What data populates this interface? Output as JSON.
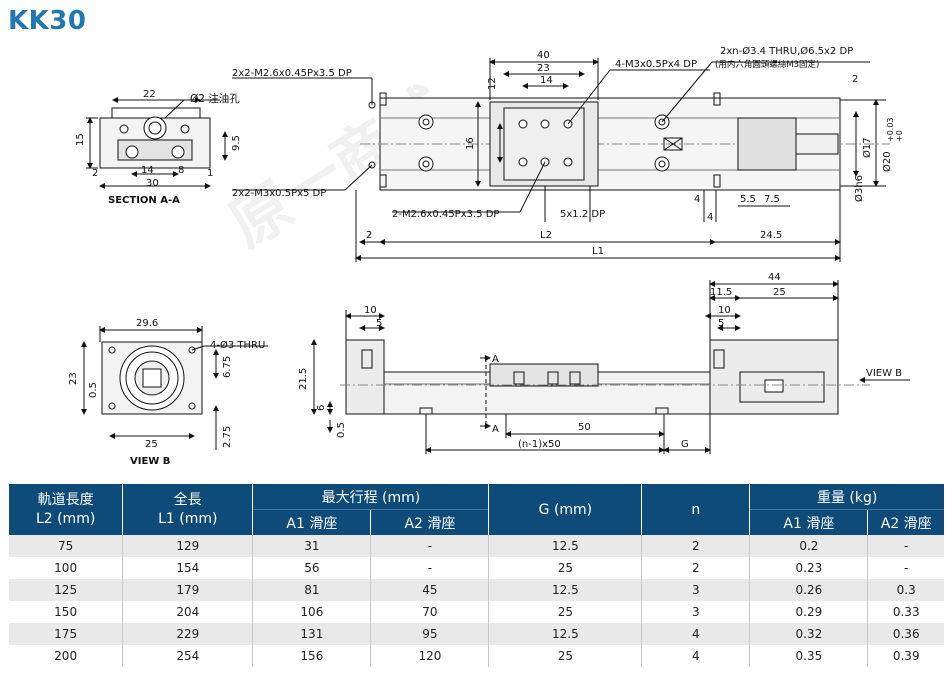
{
  "title": "KK30",
  "top_drawing": {
    "section_a": {
      "caption": "SECTION A-A",
      "dims": {
        "w22": "22",
        "h15": "15",
        "oil_hole": "Ø2 注油孔",
        "h9_5": "9.5",
        "d14": "14",
        "d8": "8",
        "w30": "30",
        "d2": "2",
        "d1": "1"
      }
    },
    "top_view": {
      "callout_a": "2x2-M2.6x0.45Px3.5 DP",
      "callout_b": "2x2-M3x0.5Px5 DP",
      "callout_c": "4-M3x0.5Px4 DP",
      "callout_d": "2xn-Ø3.4 THRU,Ø6.5x2 DP",
      "callout_d2": "(用内六角圓頭螺絲M3固定)",
      "callout_e": "2-M2.6x0.45Px3.5 DP",
      "callout_f": "5x1.2 DP",
      "dims": {
        "d40": "40",
        "d23": "23",
        "d14": "14",
        "d12": "12",
        "d16": "16",
        "d2r": "2",
        "d17": "Ø17",
        "d20": "Ø20",
        "tol": "+0.03",
        "tol0": "+0",
        "d3h6": "Ø3h6",
        "d4a": "4",
        "d4b": "4",
        "d5_5": "5.5",
        "d7_5": "7.5",
        "d2l": "2",
        "L2": "L2",
        "d24_5": "24.5",
        "L1": "L1"
      }
    }
  },
  "bottom_drawing": {
    "view_b": {
      "caption": "VIEW B",
      "callout": "4-Ø3 THRU",
      "dims": {
        "w29_6": "29.6",
        "h23": "23",
        "d0_5": "0.5",
        "d6_75": "6.75",
        "d25": "25",
        "d2_75": "2.75"
      }
    },
    "side_view": {
      "view_b_label": "VIEW B",
      "a_top": "A",
      "a_bottom": "A",
      "dims": {
        "d10": "10",
        "d5": "5",
        "d21_5": "21.5",
        "d6": "6",
        "d0_5": "0.5",
        "d50": "50",
        "pitch": "(n-1)x50",
        "G": "G",
        "d44": "44",
        "d11_5": "11.5",
        "d25": "25",
        "d10r": "10",
        "d5r": "5"
      }
    }
  },
  "table": {
    "headers": {
      "rail_len": "軌道長度",
      "rail_len2": "L2 (mm)",
      "total_len": "全長",
      "total_len2": "L1 (mm)",
      "max_stroke": "最大行程 (mm)",
      "a1": "A1 滑座",
      "a2": "A2 滑座",
      "g": "G (mm)",
      "n": "n",
      "weight": "重量 (kg)",
      "wa1": "A1 滑座",
      "wa2": "A2 滑座"
    },
    "rows": [
      [
        "75",
        "129",
        "31",
        "-",
        "12.5",
        "2",
        "0.2",
        "-"
      ],
      [
        "100",
        "154",
        "56",
        "-",
        "25",
        "2",
        "0.23",
        "-"
      ],
      [
        "125",
        "179",
        "81",
        "45",
        "12.5",
        "3",
        "0.26",
        "0.3"
      ],
      [
        "150",
        "204",
        "106",
        "70",
        "25",
        "3",
        "0.29",
        "0.33"
      ],
      [
        "175",
        "229",
        "131",
        "95",
        "12.5",
        "4",
        "0.32",
        "0.36"
      ],
      [
        "200",
        "254",
        "156",
        "120",
        "25",
        "4",
        "0.35",
        "0.39"
      ]
    ]
  },
  "colors": {
    "title": "#1f78b4",
    "header_bg": "#0f4b78",
    "row_alt": "#e9e9e9"
  },
  "watermark": "原一商城"
}
